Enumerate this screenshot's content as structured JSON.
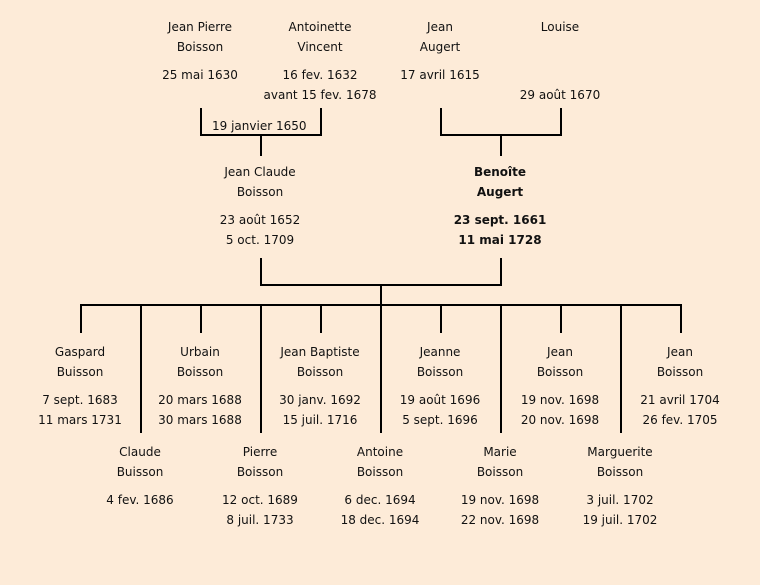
{
  "grandparents": [
    {
      "given": "Jean Pierre",
      "surname": "Boisson",
      "birth": "25 mai 1630",
      "death": ""
    },
    {
      "given": "Antoinette",
      "surname": "Vincent",
      "birth": "16 fev. 1632",
      "death": "avant 15 fev. 1678"
    },
    {
      "given": "Jean",
      "surname": "Augert",
      "birth": "17 avril 1615",
      "death": ""
    },
    {
      "given": "Louise",
      "surname": "",
      "birth": "",
      "death": "29 août 1670"
    }
  ],
  "marriage_date": "19 janvier 1650",
  "parents": [
    {
      "given": "Jean Claude",
      "surname": "Boisson",
      "birth": "23 août 1652",
      "death": "5 oct. 1709",
      "bold": false
    },
    {
      "given": "Benoîte",
      "surname": "Augert",
      "birth": "23 sept. 1661",
      "death": "11 mai 1728",
      "bold": true
    }
  ],
  "children": [
    {
      "given": "Gaspard",
      "surname": "Buisson",
      "birth": "7 sept. 1683",
      "death": "11 mars 1731"
    },
    {
      "given": "Claude",
      "surname": "Buisson",
      "birth": "4 fev. 1686",
      "death": ""
    },
    {
      "given": "Urbain",
      "surname": "Boisson",
      "birth": "20 mars 1688",
      "death": "30 mars 1688"
    },
    {
      "given": "Pierre",
      "surname": "Boisson",
      "birth": "12 oct. 1689",
      "death": "8 juil. 1733"
    },
    {
      "given": "Jean Baptiste",
      "surname": "Boisson",
      "birth": "30 janv. 1692",
      "death": "15 juil. 1716"
    },
    {
      "given": "Antoine",
      "surname": "Boisson",
      "birth": "6 dec. 1694",
      "death": "18 dec. 1694"
    },
    {
      "given": "Jeanne",
      "surname": "Boisson",
      "birth": "19 août 1696",
      "death": "5 sept. 1696"
    },
    {
      "given": "Marie",
      "surname": "Boisson",
      "birth": "19 nov. 1698",
      "death": "22 nov. 1698"
    },
    {
      "given": "Jean",
      "surname": "Boisson",
      "birth": "19 nov. 1698",
      "death": "20 nov. 1698"
    },
    {
      "given": "Marguerite",
      "surname": "Boisson",
      "birth": "3 juil. 1702",
      "death": "19 juil. 1702"
    },
    {
      "given": "Jean",
      "surname": "Boisson",
      "birth": "21 avril 1704",
      "death": "26 fev. 1705"
    }
  ]
}
